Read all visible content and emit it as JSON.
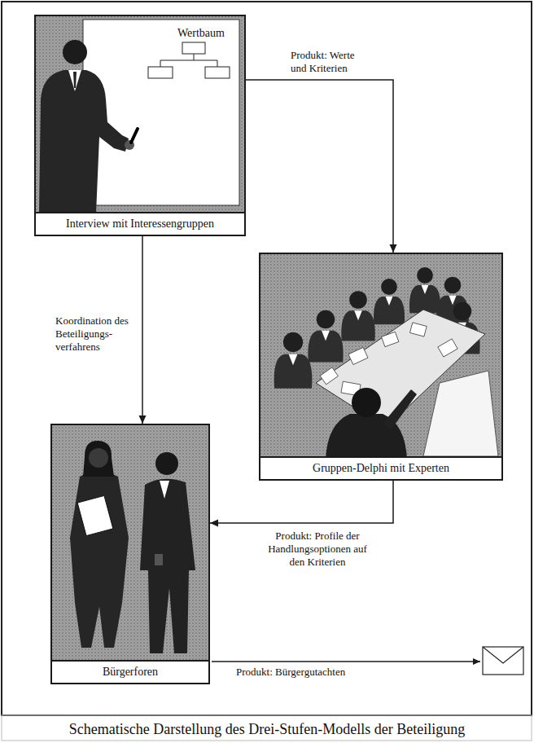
{
  "diagram": {
    "caption": "Schematische Darstellung des Drei-Stufen-Modells der Beteiligung",
    "nodes": [
      {
        "text": [
          "Interview mit Interessengruppen"
        ]
      },
      {
        "text": [
          "Wertbaum"
        ],
        "in": 0
      },
      {
        "text": [
          "Gruppen-Delphi mit Experten"
        ]
      },
      {
        "text": [
          "Bürgerforen"
        ]
      }
    ],
    "edges": [
      {
        "from": 0,
        "to": 2,
        "arrow": "to",
        "label": "Produkt: Werte und Kriterien"
      },
      {
        "from": 0,
        "to": 3,
        "arrow": "to",
        "label": "Koordination des Beteiligungs- verfahrens"
      },
      {
        "from": 2,
        "to": 3,
        "arrow": "to",
        "label": "Produkt: Profile der Handlungsoptionen auf den Kriterien"
      }
    ],
    "labels": [
      "Produkt: Bürgergutachten"
    ]
  }
}
